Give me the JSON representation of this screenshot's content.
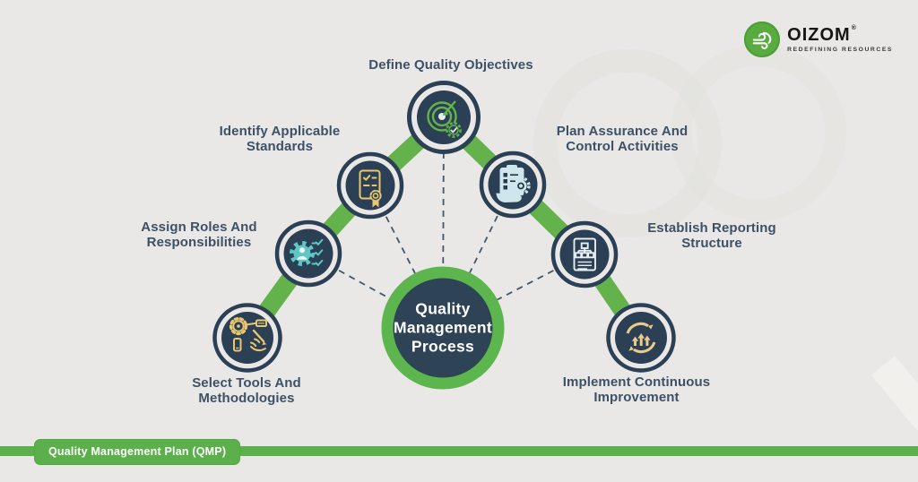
{
  "logo": {
    "brand": "OIZOM",
    "registered": "®",
    "tagline": "REDEFINING RESOURCES"
  },
  "center": {
    "lines": [
      "Quality",
      "Management",
      "Process"
    ]
  },
  "nodes": [
    {
      "id": "define-quality-objectives",
      "icon": "target-icon",
      "lines": [
        "Define Quality Objectives",
        ""
      ]
    },
    {
      "id": "identify-applicable-standards",
      "icon": "certificate-icon",
      "lines": [
        "Identify Applicable",
        "Standards"
      ]
    },
    {
      "id": "plan-assurance-control-activities",
      "icon": "clipboard-gear-hand-icon",
      "lines": [
        "Plan Assurance And",
        "Control Activities"
      ]
    },
    {
      "id": "assign-roles-responsibilities",
      "icon": "gear-person-checklist-icon",
      "lines": [
        "Assign Roles And",
        "Responsibilities"
      ]
    },
    {
      "id": "establish-reporting-structure",
      "icon": "org-chart-document-icon",
      "lines": [
        "Establish Reporting",
        "Structure"
      ]
    },
    {
      "id": "select-tools-methodologies",
      "icon": "hand-tools-gear-icon",
      "lines": [
        "Select Tools And",
        "Methodologies"
      ]
    },
    {
      "id": "implement-continuous-improvement",
      "icon": "continuous-improvement-arrows-icon",
      "lines": [
        "Implement Continuous",
        "Improvement"
      ]
    }
  ],
  "footer": {
    "badge_label": "Quality Management Plan (QMP)"
  },
  "colors": {
    "background": "#e9e8e6",
    "navy": "#2b4054",
    "green": "#63b24c",
    "green_bar": "#5cb04c",
    "gold": "#e9c76f",
    "teal": "#5ec7c6",
    "pale_blue": "#cfe7ec",
    "light_icon": "#e8eef2",
    "label_text": "#3d5166"
  }
}
